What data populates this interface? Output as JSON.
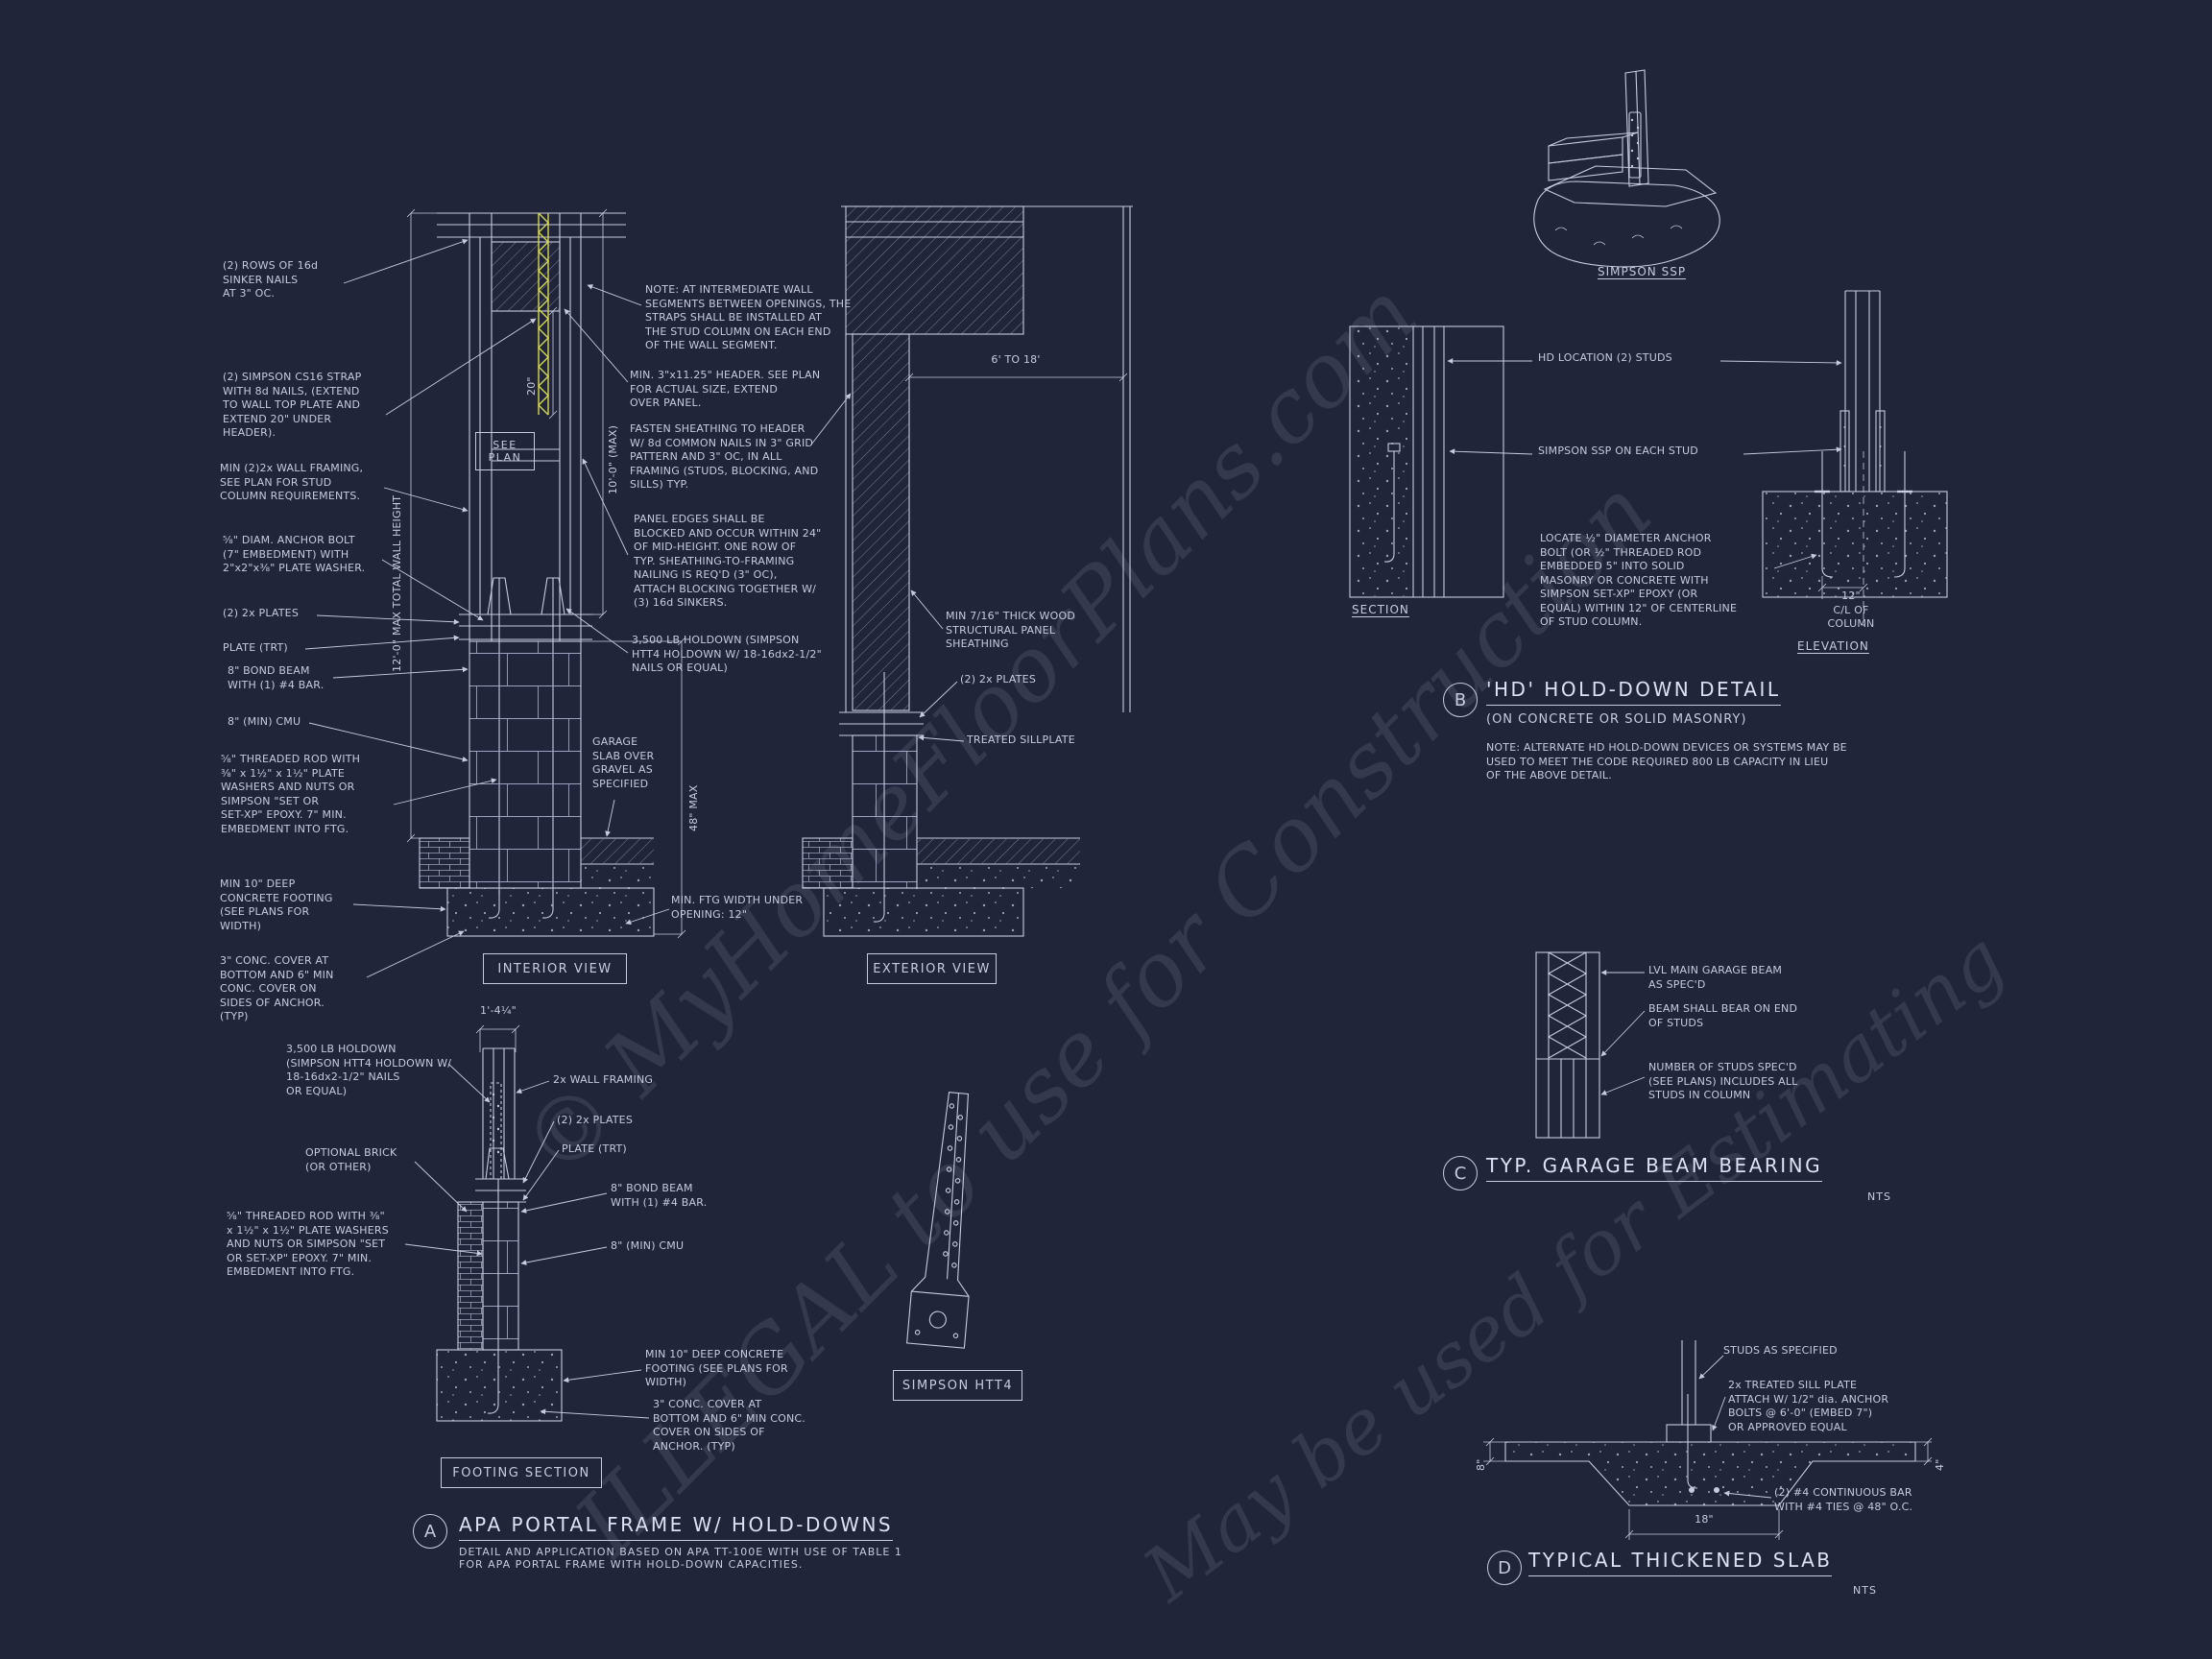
{
  "page": {
    "background": "#202539",
    "ink": "#c6cce0",
    "strap_yellow": "#d6d84f"
  },
  "watermarks": {
    "wm1": "© MyHomeFloorPlans.com",
    "wm2": "ILLEGAL to use for Construction",
    "wm3": "May be used for Estimating"
  },
  "titles": {
    "a_bubble": "A",
    "a_title": "APA PORTAL FRAME W/ HOLD-DOWNS",
    "a_sub": "DETAIL AND APPLICATION BASED ON APA TT-100E WITH USE OF TABLE 1\nFOR APA PORTAL FRAME WITH HOLD-DOWN CAPACITIES.",
    "b_bubble": "B",
    "b_title": "'HD' HOLD-DOWN DETAIL",
    "b_sub": "(ON CONCRETE OR SOLID MASONRY)",
    "b_note": "NOTE: ALTERNATE HD HOLD-DOWN DEVICES OR SYSTEMS MAY BE\nUSED TO MEET THE CODE REQUIRED 800 LB CAPACITY IN LIEU\nOF THE ABOVE DETAIL.",
    "c_bubble": "C",
    "c_title": "TYP. GARAGE BEAM BEARING",
    "c_nts": "NTS",
    "d_bubble": "D",
    "d_title": "TYPICAL THICKENED SLAB",
    "d_nts": "NTS"
  },
  "boxes": {
    "interior_view": "INTERIOR VIEW",
    "exterior_view": "EXTERIOR VIEW",
    "footing_section": "FOOTING SECTION",
    "simpson_htt4": "SIMPSON HTT4",
    "see_plan": "SEE\nPLAN",
    "simpson_ssp": "SIMPSON SSP",
    "section": "SECTION",
    "elevation": "ELEVATION"
  },
  "labels": {
    "sinker_nails": "(2) ROWS OF 16d\nSINKER NAILS\nAT 3\" OC.",
    "cs16_strap": "(2) SIMPSON CS16 STRAP\nWITH 8d NAILS, (EXTEND\nTO WALL TOP PLATE AND\nEXTEND 20\" UNDER\nHEADER).",
    "wall_framing": "MIN (2)2x WALL FRAMING,\nSEE PLAN FOR STUD\nCOLUMN REQUIREMENTS.",
    "anchor_bolt": "⅝\" DIAM. ANCHOR BOLT\n(7\" EMBEDMENT) WITH\n2\"x2\"x⅜\" PLATE WASHER.",
    "plates_2x_int": "(2) 2x PLATES",
    "plate_trt_int": "PLATE (TRT)",
    "bond_beam_int": "8\" BOND BEAM\nWITH (1) #4 BAR.",
    "cmu_int": "8\" (MIN) CMU",
    "threaded_rod_int": "⅝\" THREADED ROD WITH\n⅜\" x 1½\" x 1½\" PLATE\nWASHERS AND NUTS OR\nSIMPSON \"SET OR\nSET-XP\" EPOXY. 7\" MIN.\nEMBEDMENT INTO FTG.",
    "footing_int": "MIN 10\" DEEP\nCONCRETE FOOTING\n(SEE PLANS FOR\nWIDTH)",
    "conc_cover_int": "3\" CONC. COVER AT\nBOTTOM AND 6\" MIN\nCONC. COVER ON\nSIDES OF ANCHOR.\n(TYP)",
    "note_intermediate": "NOTE: AT INTERMEDIATE WALL\nSEGMENTS BETWEEN OPENINGS, THE\nSTRAPS SHALL BE INSTALLED AT\nTHE STUD COLUMN ON EACH END\nOF THE WALL SEGMENT.",
    "header_min": "MIN. 3\"x11.25\" HEADER. SEE PLAN\nFOR ACTUAL SIZE, EXTEND\nOVER PANEL.",
    "fasten_sheathing": "FASTEN SHEATHING TO HEADER\nW/ 8d COMMON NAILS IN 3\" GRID\nPATTERN AND 3\" OC, IN ALL\nFRAMING (STUDS, BLOCKING, AND\nSILLS) TYP.",
    "panel_edges": "PANEL EDGES SHALL BE\nBLOCKED AND OCCUR WITHIN 24\"\nOF MID-HEIGHT. ONE ROW OF\nTYP. SHEATHING-TO-FRAMING\nNAILING IS REQ'D (3\" OC),\nATTACH BLOCKING TOGETHER W/\n(3) 16d SINKERS.",
    "holdown_3500": "3,500 LB HOLDOWN (SIMPSON\nHTT4 HOLDOWN W/ 18-16dx2-1/2\"\nNAILS OR EQUAL)",
    "garage_slab": "GARAGE\nSLAB OVER\nGRAVEL AS\nSPECIFIED",
    "sheathing_ext": "MIN 7/16\" THICK WOOD\nSTRUCTURAL PANEL\nSHEATHING",
    "plates_2x_ext": "(2) 2x PLATES",
    "treated_sill": "TREATED SILLPLATE",
    "hd_location": "HD LOCATION (2) STUDS",
    "ssp_each_stud": "SIMPSON SSP ON EACH STUD",
    "locate_anchor": "LOCATE ½\" DIAMETER ANCHOR\nBOLT (OR ½\" THREADED ROD\nEMBEDDED 5\" INTO SOLID\nMASONRY OR CONCRETE WITH\nSIMPSON SET-XP\" EPOXY (OR\nEQUAL) WITHIN 12\" OF CENTERLINE\nOF STUD COLUMN.",
    "lvl_beam": "LVL MAIN GARAGE BEAM\nAS SPEC'D",
    "beam_bear": "BEAM SHALL BEAR ON END\nOF STUDS",
    "num_studs": "NUMBER OF STUDS SPEC'D\n(SEE PLANS) INCLUDES ALL\nSTUDS IN COLUMN",
    "fs_holdown": "3,500 LB HOLDOWN\n(SIMPSON HTT4 HOLDOWN W/\n18-16dx2-1/2\" NAILS\nOR EQUAL)",
    "fs_2x_framing": "2x WALL FRAMING",
    "fs_plates": "(2) 2x PLATES",
    "fs_plate_trt": "PLATE (TRT)",
    "fs_optional_brick": "OPTIONAL BRICK\n(OR OTHER)",
    "fs_bond_beam": "8\" BOND BEAM\nWITH (1) #4 BAR.",
    "fs_cmu": "8\" (MIN) CMU",
    "fs_threaded_rod": "⅝\" THREADED ROD WITH ⅜\"\nx 1½\" x 1½\" PLATE WASHERS\nAND NUTS OR SIMPSON \"SET\nOR SET-XP\" EPOXY. 7\" MIN.\nEMBEDMENT INTO FTG.",
    "fs_footing": "MIN 10\" DEEP CONCRETE\nFOOTING (SEE PLANS FOR\nWIDTH)",
    "fs_cover": "3\" CONC. COVER AT\nBOTTOM AND 6\" MIN CONC.\nCOVER ON SIDES OF\nANCHOR. (TYP)",
    "studs_specified": "STUDS AS SPECIFIED",
    "sill_plate_slab": "2x  TREATED SILL PLATE\nATTACH W/ 1/2\" dia. ANCHOR\nBOLTS @ 6'-0\" (EMBED 7\")\nOR APPROVED EQUAL",
    "continuous_bar": "(2) #4 CONTINUOUS BAR\nWITH #4 TIES @ 48\" O.C."
  },
  "dims": {
    "wall_height": "12'-0\" MAX TOTAL WALL HEIGHT",
    "strap_20": "20\"",
    "ten_max": "10'-0\" (MAX)",
    "max_48": "48\" MAX",
    "six_to_18": "6' TO 18'",
    "ftg_width": "MIN. FTG WIDTH UNDER\nOPENING: 12\"",
    "one_4_quarter": "1'-4¼\"",
    "twelve_cl": "12\"\nC/L OF\nCOLUMN",
    "eight": "8\"",
    "eighteen": "18\"",
    "four": "4\""
  }
}
